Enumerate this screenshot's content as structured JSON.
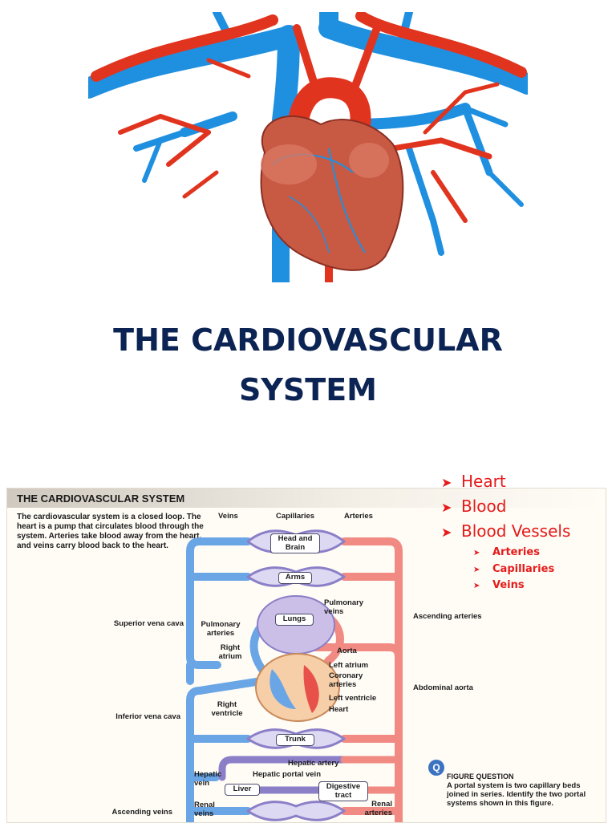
{
  "slide": {
    "title_line1": "THE CARDIOVASCULAR",
    "title_line2": "SYSTEM"
  },
  "bullets": {
    "main": [
      "Heart",
      "Blood",
      "Blood Vessels"
    ],
    "sub": [
      "Arteries",
      "Capillaries",
      "Veins"
    ]
  },
  "diagram": {
    "title": "THE CARDIOVASCULAR SYSTEM",
    "intro": "The cardiovascular system is a closed loop. The heart is a pump that circulates blood through the system. Arteries take blood away from the heart, and veins carry blood back to the heart.",
    "top_labels": {
      "veins": "Veins",
      "capillaries": "Capillaries",
      "arteries": "Arteries"
    },
    "organs": {
      "head_brain": "Head and Brain",
      "arms": "Arms",
      "lungs": "Lungs",
      "trunk": "Trunk",
      "liver": "Liver",
      "digestive": "Digestive tract"
    },
    "labels": {
      "superior_vena_cava": "Superior vena cava",
      "inferior_vena_cava": "Inferior vena cava",
      "ascending_veins": "Ascending veins",
      "pulmonary_arteries": "Pulmonary arteries",
      "right_atrium": "Right atrium",
      "right_ventricle": "Right ventricle",
      "pulmonary_veins": "Pulmonary veins",
      "ascending_arteries": "Ascending arteries",
      "aorta": "Aorta",
      "left_atrium": "Left atrium",
      "coronary_arteries": "Coronary arteries",
      "abdominal_aorta": "Abdominal aorta",
      "left_ventricle": "Left ventricle",
      "heart": "Heart",
      "hepatic_artery": "Hepatic artery",
      "hepatic_vein": "Hepatic vein",
      "hepatic_portal_vein": "Hepatic portal vein",
      "renal_veins": "Renal veins",
      "renal_arteries": "Renal arteries"
    },
    "figure_question": {
      "icon": "Q",
      "title": "FIGURE QUESTION",
      "text": "A portal system is two capillary beds joined in series. Identify the two portal systems shown in this figure."
    }
  },
  "colors": {
    "title": "#0c2454",
    "bullet_red": "#e51b1b",
    "artery_red": "#e8504a",
    "vein_blue": "#3c7fd0",
    "portal_purple": "#8b7fc8"
  }
}
